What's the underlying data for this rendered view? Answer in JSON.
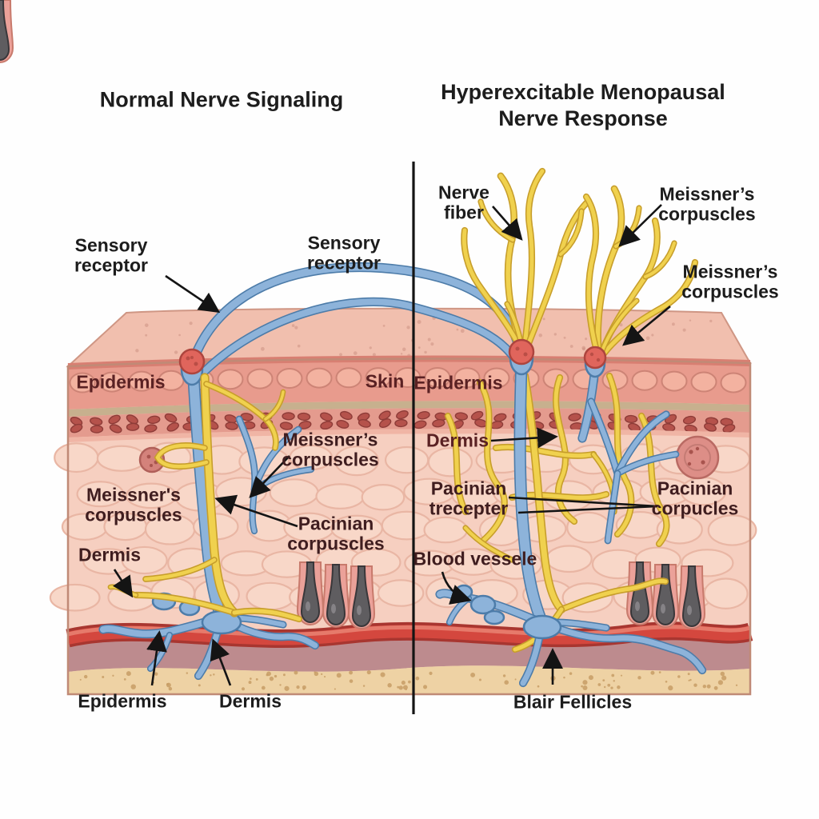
{
  "titles": {
    "left": "Normal Nerve Signaling",
    "right": "Hyperexcitable Menopausal Nerve Response"
  },
  "left_panel": {
    "labels": {
      "sensory_receptor_top": "Sensory receptor",
      "sensory_receptor_mid": "Sensory receptor",
      "epidermis_layer": "Epidermis",
      "skin": "Skin",
      "meissners_corpuscles_mid": "Meissner’s corpuscles",
      "meissners_corpuscles_left": "Meissner's corpuscles",
      "pacinian_corpuscles": "Pacinian corpuscles",
      "dermis": "Dermis",
      "epidermis_bottom": "Epidermis",
      "dermis_bottom": "Dermis"
    }
  },
  "right_panel": {
    "labels": {
      "nerve_fiber": "Nerve fiber",
      "meissners_corpuscles_top": "Meissner’s corpuscles",
      "meissners_corpuscles_mid": "Meissner’s corpuscles",
      "epidermis_layer": "Epidermis",
      "dermis": "Dermis",
      "pacinian_receptor": "Pacinian trecepter",
      "pacinian_corpuscles": "Pacinian corpucles",
      "blood_vessel": "Blood vessele",
      "hair_follicles": "Blair Fellicles"
    }
  },
  "colors": {
    "nerve_blue": "#8db3da",
    "nerve_yellow": "#f0d14e",
    "vessel_red": "#d4473e",
    "epidermis_band": "#e89b8d",
    "dermis_fill": "#f6cfc0",
    "subcutis_fill": "#eed2a4",
    "skin_top": "#f1bfae",
    "label_on_white": "#1c1c1c",
    "label_inside": "#3f1d1f",
    "label_layer": "#5a2123",
    "divider": "#141414"
  }
}
